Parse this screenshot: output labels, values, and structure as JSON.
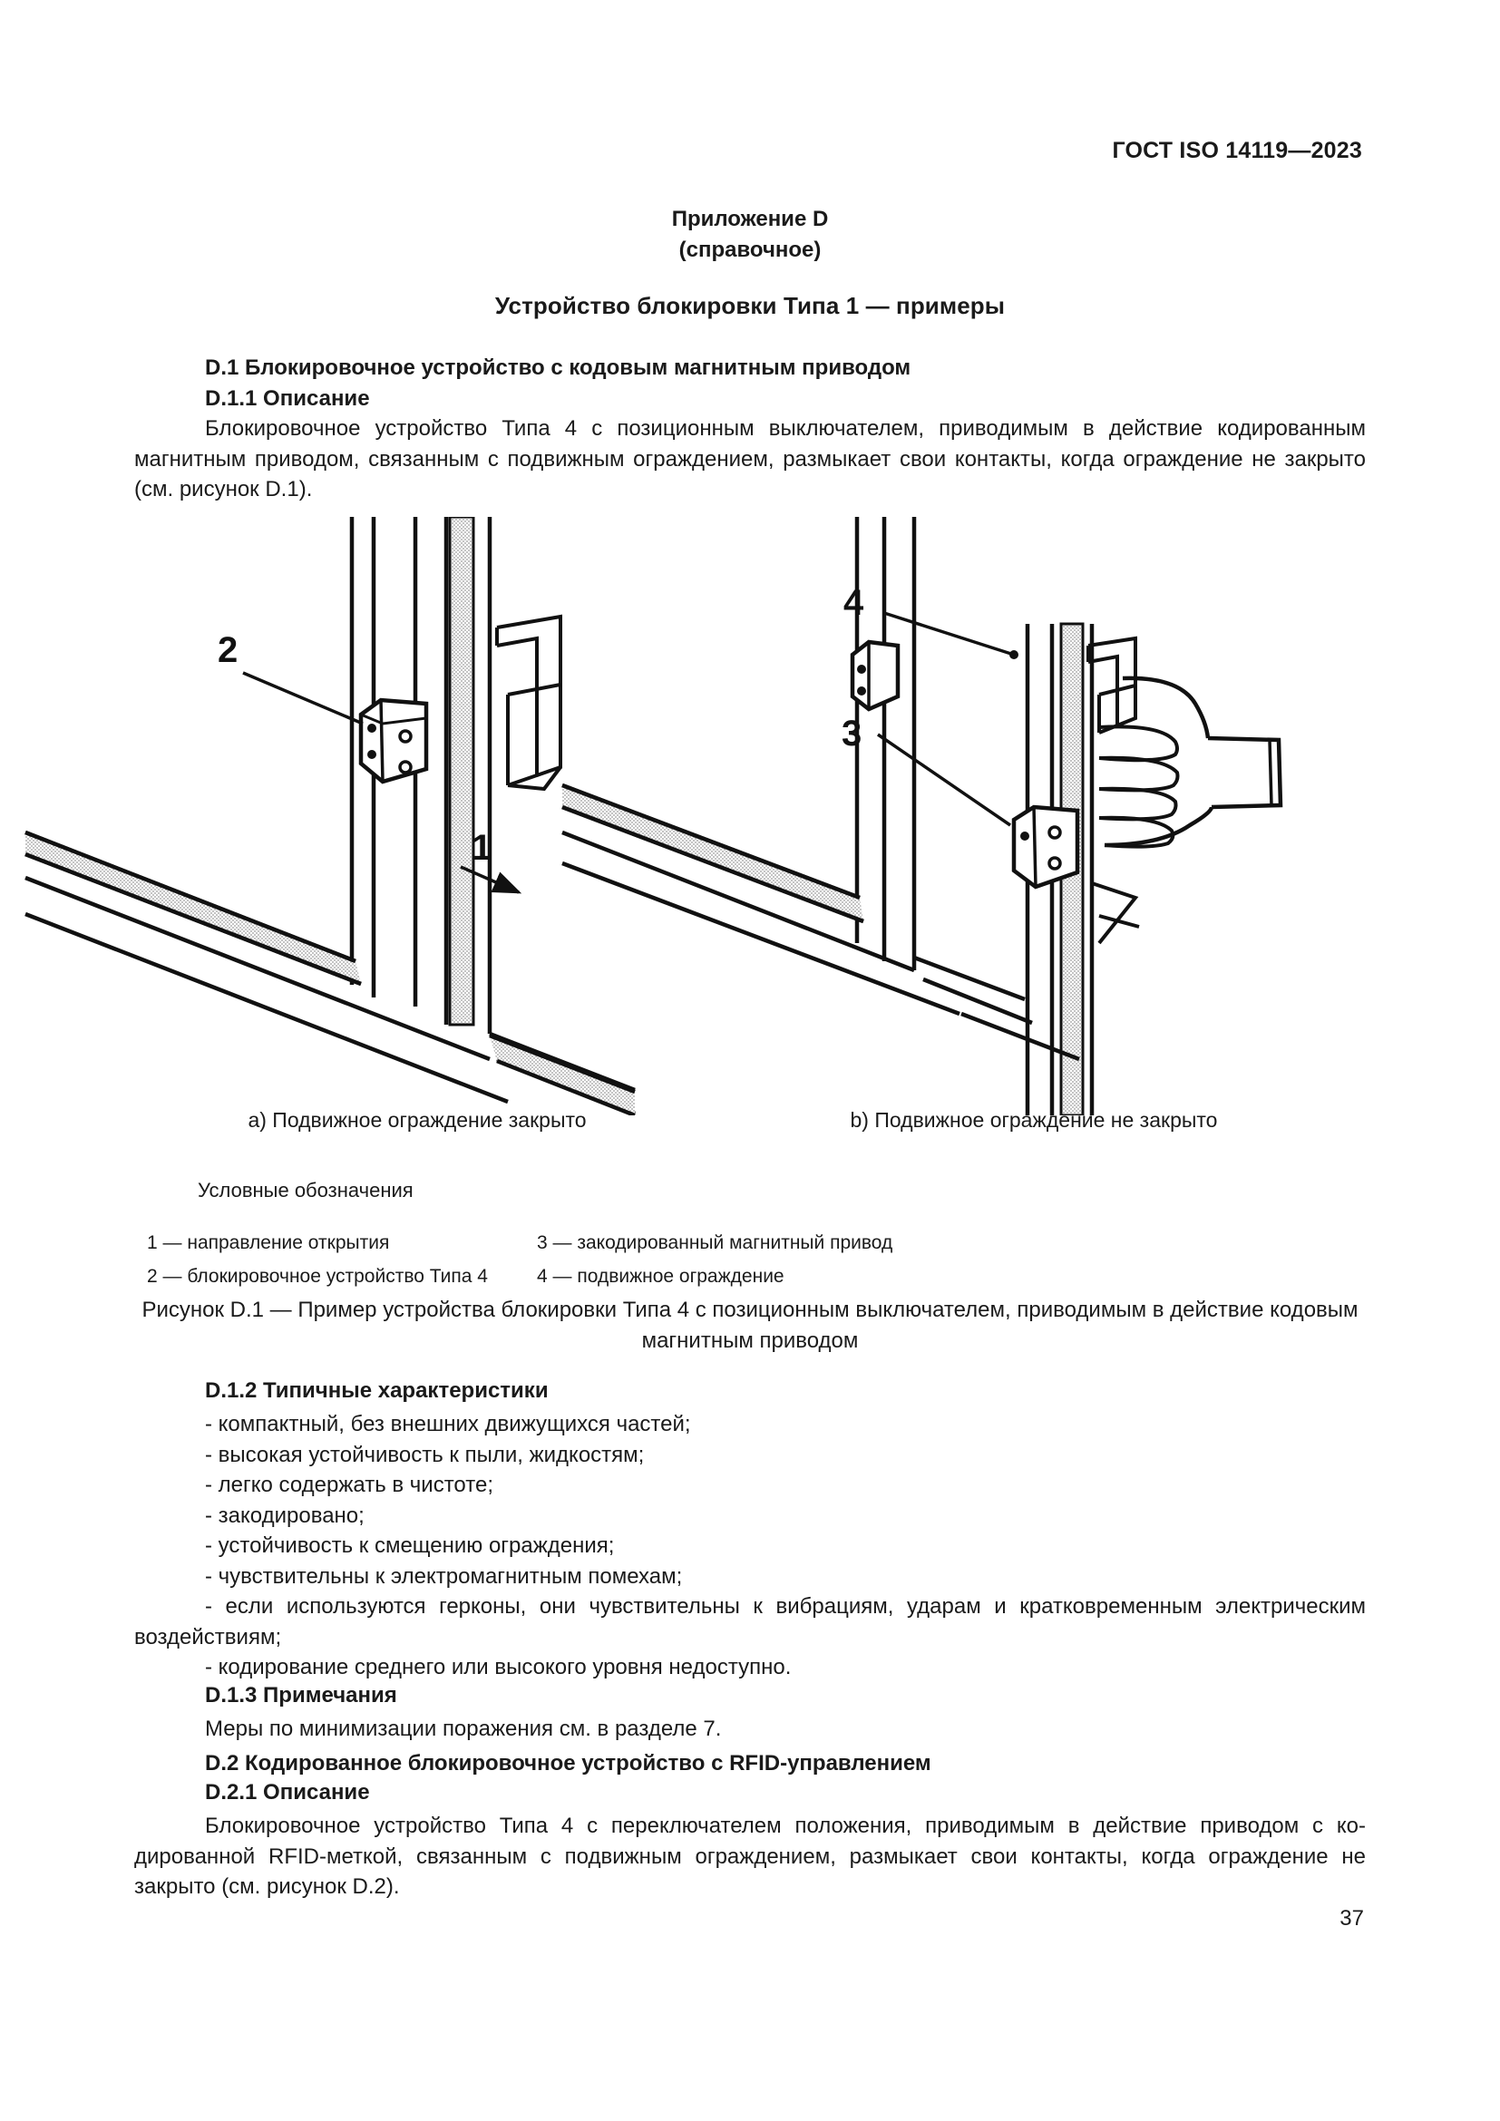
{
  "document": {
    "running_head": "ГОСТ ISO 14119—2023",
    "page_number": "37"
  },
  "annex": {
    "title": "Приложение D",
    "subtitle": "(справочное)",
    "heading": "Устройство блокировки Типа 1 — примеры"
  },
  "sections": {
    "d1_heading": "D.1 Блокировочное устройство с кодовым магнитным приводом",
    "d11_heading": "D.1.1 Описание",
    "d11_paragraph": "Блокировочное устройство Типа 4 с позиционным выключателем, приводимым в действие кодированным магнитным приводом, связанным с подвижным ограждением, размыкает свои контакты, когда ограждение не за­крыто (см. рисунок D.1).",
    "d12_heading": "D.1.2 Типичные характеристики",
    "d12_bullets": [
      "- компактный, без внешних движущихся частей;",
      "- высокая устойчивость к пыли, жидкостям;",
      "- легко содержать в чистоте;",
      "- закодировано;",
      "- устойчивость к смещению ограждения;",
      "- чувствительны к электромагнитным помехам;",
      "- если используются герконы, они чувствительны к вибрациям, ударам и кратковременным электрическим воздействиям;",
      "- кодирование среднего или высокого уровня недоступно."
    ],
    "d13_heading": "D.1.3 Примечания",
    "d13_paragraph": "Меры по минимизации поражения см. в разделе 7.",
    "d2_heading": "D.2 Кодированное блокировочное устройство с RFID-управлением",
    "d21_heading": "D.2.1 Описание",
    "d21_paragraph": "Блокировочное устройство Типа 4 с переключателем положения, приводимым в действие приводом с ко­дированной RFID-меткой, связанным с подвижным ограждением, размыкает свои контакты, когда ограждение не закрыто (см. рисунок D.2)."
  },
  "figure": {
    "caption_a": "a) Подвижное ограждение закрыто",
    "caption_b": "b) Подвижное ограждение не закрыто",
    "legend_heading": "Условные обозначения",
    "legend_items": [
      {
        "key": "1 — направление открытия",
        "key2": "3 — закодированный магнитный привод"
      },
      {
        "key": "2 — блокировочное устройство Типа 4",
        "key2": "4 — подвижное ограждение"
      }
    ],
    "title_line1": "Рисунок D.1 — Пример устройства блокировки Типа 4 с позиционным выключателем, приводимым в действие",
    "title_line2": "кодовым магнитным приводом",
    "callouts": {
      "a_switch": "2",
      "a_direction": "1",
      "b_guard": "4",
      "b_actuator": "3"
    }
  },
  "colors": {
    "ink": "#1a1a1a",
    "paper": "#ffffff",
    "hatch": "#c9c9c9"
  }
}
